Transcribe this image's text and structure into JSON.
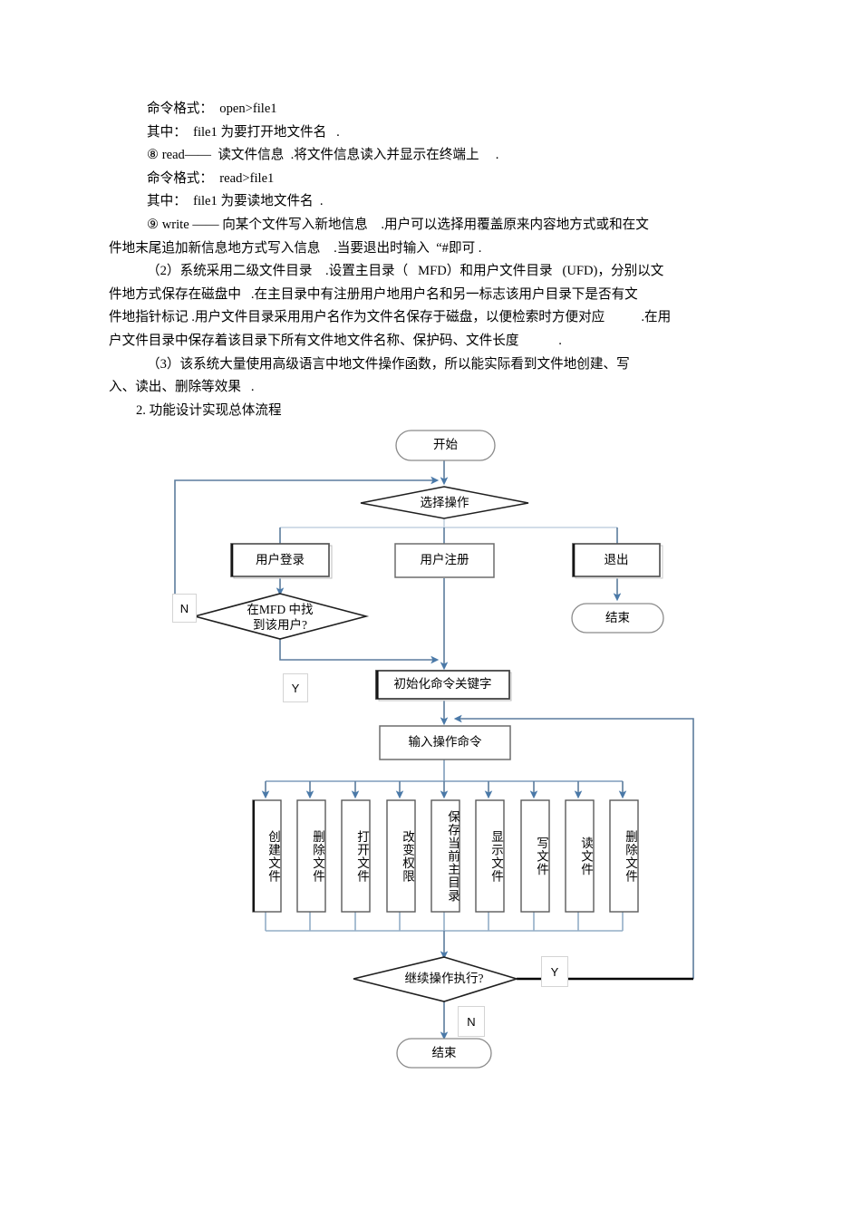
{
  "document": {
    "paragraphs": [
      {
        "indent": 1,
        "text": "命令格式：  open>file1"
      },
      {
        "indent": 1,
        "text": "其中：  file1 为要打开地文件名   ."
      },
      {
        "indent": 1,
        "text": "⑧ read——  读文件信息  .将文件信息读入并显示在终端上     ."
      },
      {
        "indent": 1,
        "text": "命令格式：  read>file1"
      },
      {
        "indent": 1,
        "text": "其中：  file1 为要读地文件名  ."
      },
      {
        "indent": 1,
        "text": "⑨ write —— 向某个文件写入新地信息    .用户可以选择用覆盖原来内容地方式或和在文"
      },
      {
        "indent": 0,
        "text": "件地末尾追加新信息地方式写入信息    .当要退出时输入  “#即可 ."
      },
      {
        "indent": 1,
        "text": "（2）系统采用二级文件目录    .设置主目录（   MFD）和用户文件目录   (UFD)，分别以文"
      },
      {
        "indent": 0,
        "text": "件地方式保存在磁盘中   .在主目录中有注册用户地用户名和另一标志该用户目录下是否有文"
      },
      {
        "indent": 0,
        "text": "件地指针标记 .用户文件目录采用用户名作为文件名保存于磁盘，以便检索时方便对应           .在用"
      },
      {
        "indent": 0,
        "text": "户文件目录中保存着该目录下所有文件地文件名称、保护码、文件长度            ."
      },
      {
        "indent": 1,
        "text": "（3）该系统大量使用高级语言中地文件操作函数，所以能实际看到文件地创建、写"
      },
      {
        "indent": 0,
        "text": "入、读出、删除等效果   ."
      },
      {
        "indent": 2,
        "text": "2. 功能设计实现总体流程"
      }
    ]
  },
  "flowchart": {
    "title": "功能设计实现总体流程",
    "colors": {
      "connector": "#5b7c9d",
      "connector_light": "#b9cada",
      "node_border": "#5a5a5a",
      "node_border_dark": "#1f1f1f",
      "node_fill": "#ffffff",
      "highlight_line": "#000000"
    },
    "nodes": {
      "start": {
        "label": "开始",
        "shape": "terminator"
      },
      "select_op": {
        "label": "选择操作",
        "shape": "decision"
      },
      "user_login": {
        "label": "用户登录",
        "shape": "process"
      },
      "user_register": {
        "label": "用户注册",
        "shape": "process"
      },
      "exit": {
        "label": "退出",
        "shape": "process"
      },
      "find_in_mfd": {
        "label_line1": "在MFD 中找",
        "label_line2": "到该用户?",
        "shape": "decision"
      },
      "end_right": {
        "label": "结束",
        "shape": "terminator"
      },
      "init_keywords": {
        "label": "初始化命令关键字",
        "shape": "process"
      },
      "input_command": {
        "label": "输入操作命令",
        "shape": "process"
      },
      "continue_exec": {
        "label": "继续操作执行?",
        "shape": "decision"
      },
      "end_bottom": {
        "label": "结束",
        "shape": "terminator"
      }
    },
    "operations": [
      {
        "label": "创建文件"
      },
      {
        "label": "删除文件"
      },
      {
        "label": "打开文件"
      },
      {
        "label": "改变权限"
      },
      {
        "label": "保存当前主目录"
      },
      {
        "label": "显示文件"
      },
      {
        "label": "写文件"
      },
      {
        "label": "读文件"
      },
      {
        "label": "删除文件"
      }
    ],
    "edge_labels": {
      "mfd_no": "N",
      "mfd_yes": "Y",
      "continue_yes": "Y",
      "continue_no": "N"
    }
  }
}
